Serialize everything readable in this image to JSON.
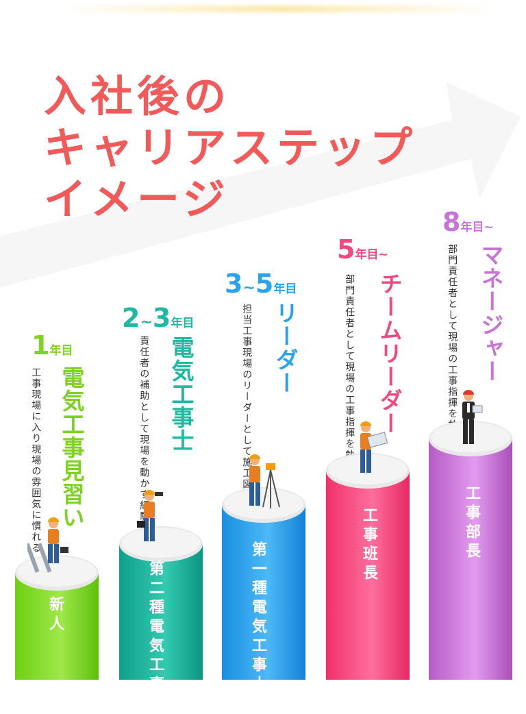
{
  "title": {
    "line1": "入社後の",
    "line2": "キャリアステップ",
    "line3": "イメージ"
  },
  "colors": {
    "title": "#f25a5a",
    "green": "#7ed321",
    "teal": "#1fb8a0",
    "blue": "#2aa3ef",
    "pink": "#f4477f",
    "purple": "#c774d6"
  },
  "steps": [
    {
      "year_num": "1",
      "year_suffix": "年目",
      "name": "電気工事見習い",
      "desc1": "工事現場に入り",
      "desc2": "現場の雰囲気に慣れる",
      "rank": "新人"
    },
    {
      "year_num": "2",
      "year_sep": "~",
      "year_num2": "3",
      "year_suffix": "年目",
      "name": "電気工事士",
      "desc1": "責任者の補助として",
      "desc2": "現場を動かす経験を積む",
      "rank": "第二種電気工事士"
    },
    {
      "year_num": "3",
      "year_sep": "~",
      "year_num2": "5",
      "year_suffix": "年目",
      "name": "リーダー",
      "desc1": "担当工事現場のリーダーとして",
      "desc2": "施工図を基に完工まで対応する",
      "rank": "第一種電気工事士"
    },
    {
      "year_num": "5",
      "year_suffix": "年目~",
      "name": "チームリーダー",
      "desc1": "部門責任者として",
      "desc2": "現場の工事指揮を執り仕切る",
      "rank": "工事班長"
    },
    {
      "year_num": "8",
      "year_suffix": "年目~",
      "name": "マネージャー",
      "desc1": "部門責任者として",
      "desc2": "現場の工事指揮を執り仕切る",
      "rank": "工事部長"
    }
  ]
}
